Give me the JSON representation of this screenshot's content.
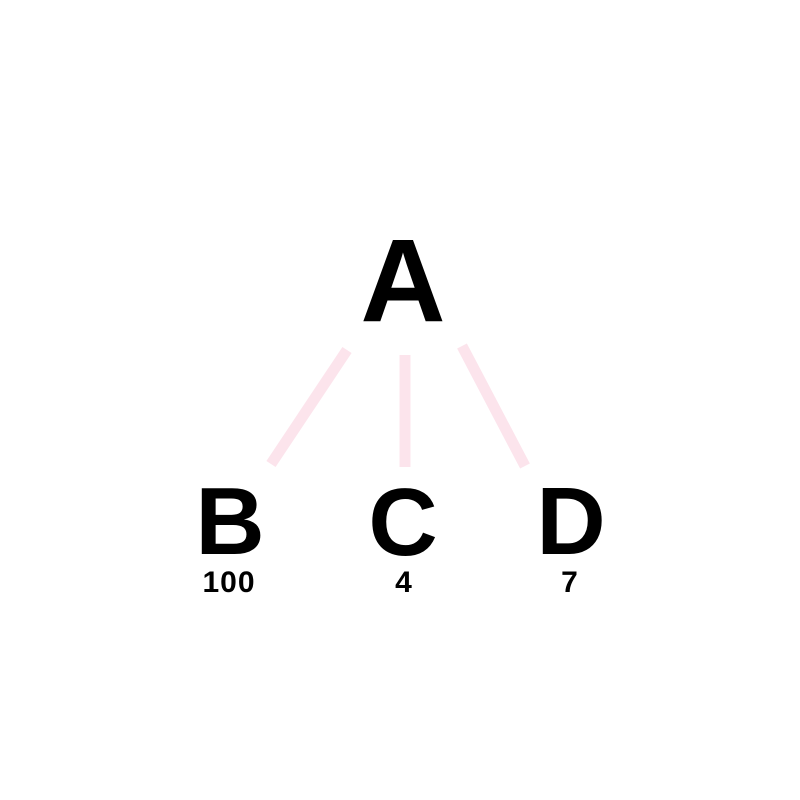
{
  "tree": {
    "root": {
      "label": "A"
    },
    "children": [
      {
        "label": "B",
        "value": "100"
      },
      {
        "label": "C",
        "value": "4"
      },
      {
        "label": "D",
        "value": "7"
      }
    ]
  },
  "colors": {
    "text": "#000000",
    "edge": "#fce4ec",
    "background": "#ffffff"
  }
}
